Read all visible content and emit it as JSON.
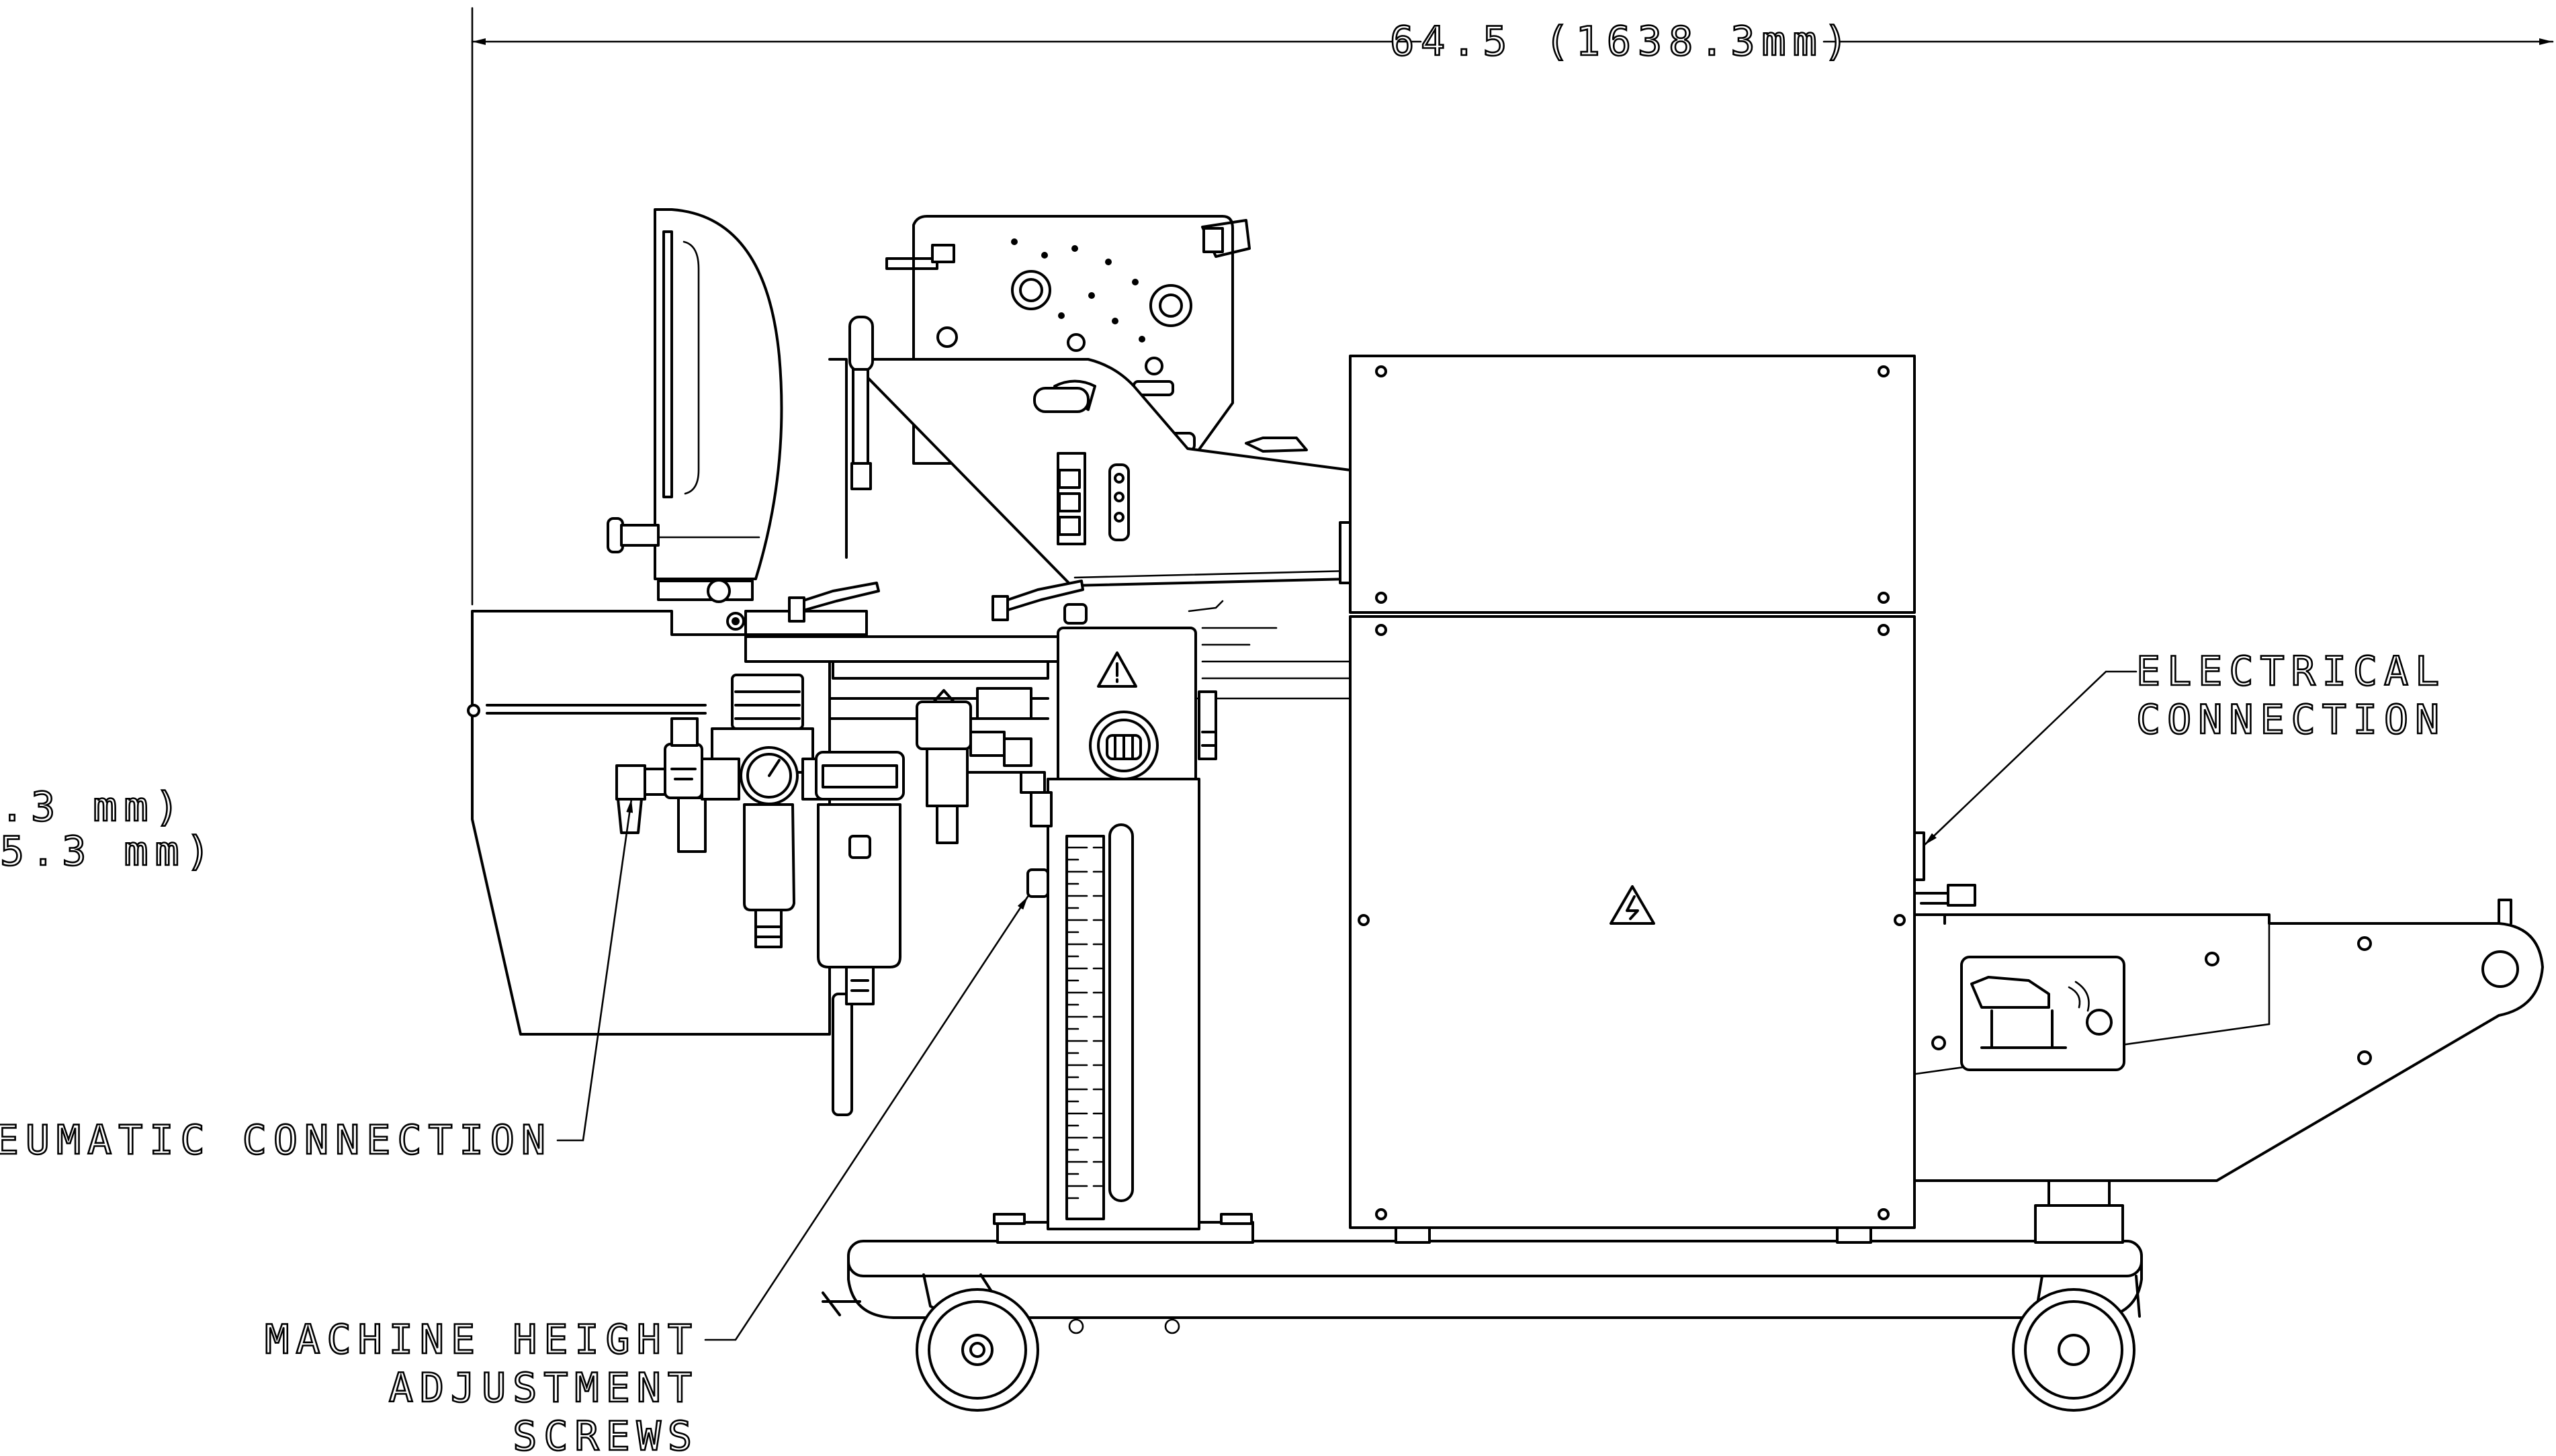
{
  "dimensions": {
    "overall_length": "64.5 (1638.3mm)",
    "partial_line_1": ".3 mm)",
    "partial_line_2": "5.3 mm)"
  },
  "callouts": {
    "electrical_line_1": "ELECTRICAL",
    "electrical_line_2": "CONNECTION",
    "pneumatic": "PNEUMATIC CONNECTION",
    "height_line_1": "MACHINE HEIGHT",
    "height_line_2": "ADJUSTMENT",
    "height_line_3": "SCREWS"
  },
  "icons": [
    "warning-triangle-icon",
    "high-voltage-warning-icon",
    "emergency-stop-icon",
    "caster-wheel-icon"
  ],
  "colors": {
    "line": "#000000",
    "background": "#ffffff"
  }
}
